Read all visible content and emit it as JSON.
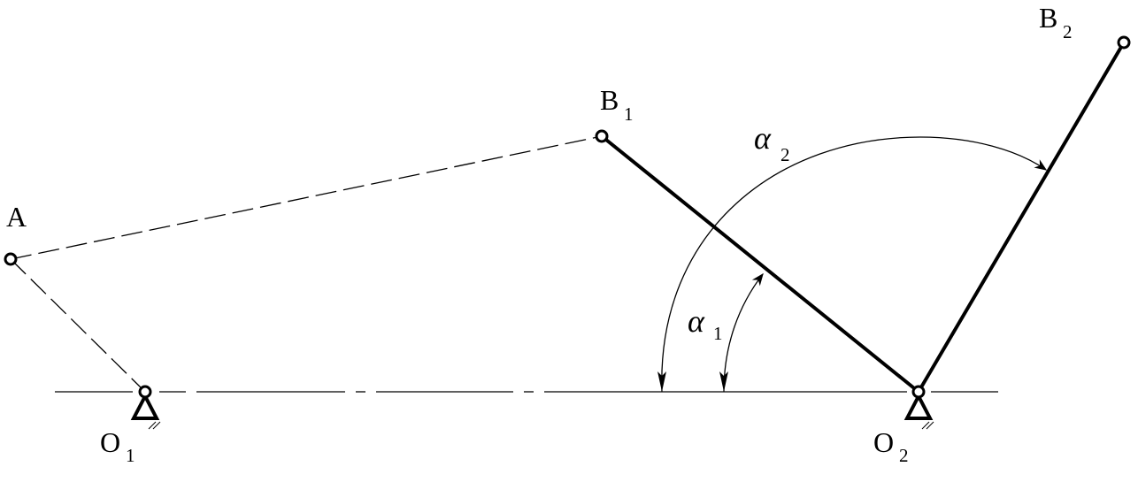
{
  "labels": {
    "A": "A",
    "B1": {
      "main": "B",
      "sub": "1"
    },
    "B2": {
      "main": "B",
      "sub": "2"
    },
    "O1": {
      "main": "O",
      "sub": "1"
    },
    "O2": {
      "main": "O",
      "sub": "2"
    },
    "alpha1": {
      "main": "α",
      "sub": "1"
    },
    "alpha2": {
      "main": "α",
      "sub": "2"
    }
  },
  "colors": {
    "line": "#000000",
    "background": "#ffffff"
  }
}
